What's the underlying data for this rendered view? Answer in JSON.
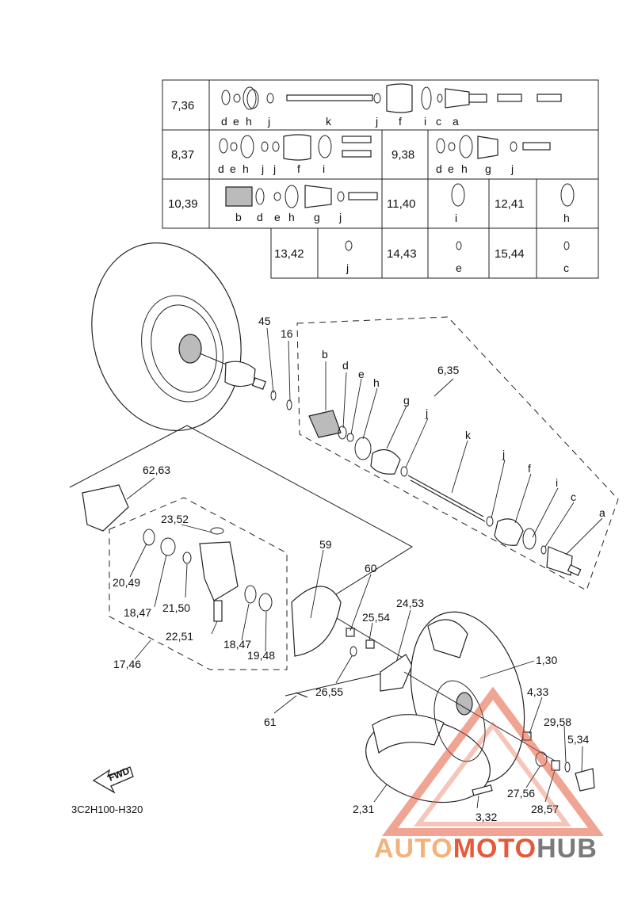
{
  "table": {
    "rows": [
      {
        "label": "7,36",
        "letters": [
          "d",
          "e",
          "h",
          "j",
          "k",
          "j",
          "f",
          "i",
          "c",
          "a"
        ]
      },
      {
        "label": "8,37",
        "letters": [
          "d",
          "e",
          "h",
          "j",
          "j",
          "f",
          "i"
        ]
      },
      {
        "label": "9,38",
        "letters": [
          "d",
          "e",
          "h",
          "g",
          "j"
        ]
      },
      {
        "label": "10,39",
        "letters": [
          "b",
          "d",
          "e",
          "h",
          "g",
          "j"
        ]
      },
      {
        "label": "11,40",
        "letters": [
          "i"
        ]
      },
      {
        "label": "12,41",
        "letters": [
          "h"
        ]
      },
      {
        "label": "13,42",
        "letters": [
          "j"
        ]
      },
      {
        "label": "14,43",
        "letters": [
          "e"
        ]
      },
      {
        "label": "15,44",
        "letters": [
          "c"
        ]
      }
    ]
  },
  "callouts": {
    "c45": "45",
    "c16": "16",
    "b": "b",
    "d": "d",
    "e": "e",
    "h": "h",
    "c635": "6,35",
    "g": "g",
    "j1": "j",
    "k": "k",
    "j2": "j",
    "f": "f",
    "i": "i",
    "c": "c",
    "a": "a",
    "c6263": "62,63",
    "c2352": "23,52",
    "c59": "59",
    "c60": "60",
    "c2049": "20,49",
    "c1847a": "18,47",
    "c2150": "21,50",
    "c2251": "22,51",
    "c1847b": "18,47",
    "c1948": "19,48",
    "c1746": "17,46",
    "c2453": "24,53",
    "c2554": "25,54",
    "c2655": "26,55",
    "c61": "61",
    "c130": "1,30",
    "c433": "4,33",
    "c2958": "29,58",
    "c534": "5,34",
    "c2756": "27,56",
    "c2857": "28,57",
    "c332": "3,32",
    "c231": "2,31"
  },
  "fwd_label": "FWD",
  "diagram_ref": "3C2H100-H320",
  "watermark": {
    "part1": "AUTO",
    "part2": "MOTO",
    "part3": "HUB"
  },
  "colors": {
    "watermark_orange": "#f2b27a",
    "watermark_red": "#e45a3a",
    "watermark_gray": "#7a7a7a"
  }
}
